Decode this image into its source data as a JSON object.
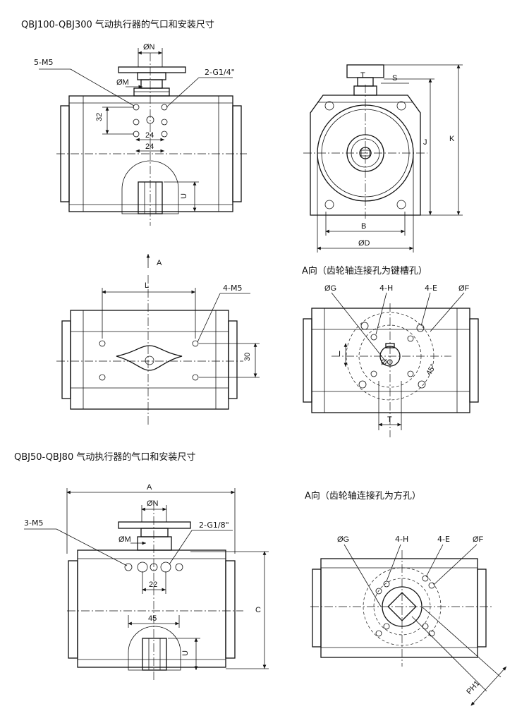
{
  "section1": {
    "title": "QBJ100-QBJ300 气动执行器的气口和安装尺寸",
    "view_caption": "A向（齿轮轴连接孔为键槽孔）",
    "labels": {
      "phiN": "ØN",
      "phiM": "ØM",
      "port": "2-G1/4\"",
      "holes": "5-M5",
      "d32": "32",
      "d24a": "24",
      "d24b": "24",
      "U": "U",
      "T": "T",
      "S": "S",
      "J": "J",
      "K": "K",
      "B": "B",
      "phiD": "ØD",
      "arrowA": "A",
      "L": "L",
      "holes4": "4-M5",
      "d30": "30",
      "phiG": "ØG",
      "h4H": "4-H",
      "e4E": "4-E",
      "phiF": "ØF",
      "phiO": "ØO",
      "I": "I",
      "T2": "T",
      "angle": "45°"
    }
  },
  "section2": {
    "title": "QBJ50-QBJ80 气动执行器的气口和安装尺寸",
    "view_caption": "A向（齿轮轴连接孔为方孔）",
    "labels": {
      "A": "A",
      "phiN": "ØN",
      "phiM": "ØM",
      "port": "2-G1/8\"",
      "holes": "3-M5",
      "d22": "22",
      "d45": "45",
      "C": "C",
      "U": "U",
      "phiG": "ØG",
      "h4H": "4-H",
      "e4E": "4-E",
      "phiF": "ØF",
      "PH": "PH1"
    }
  }
}
